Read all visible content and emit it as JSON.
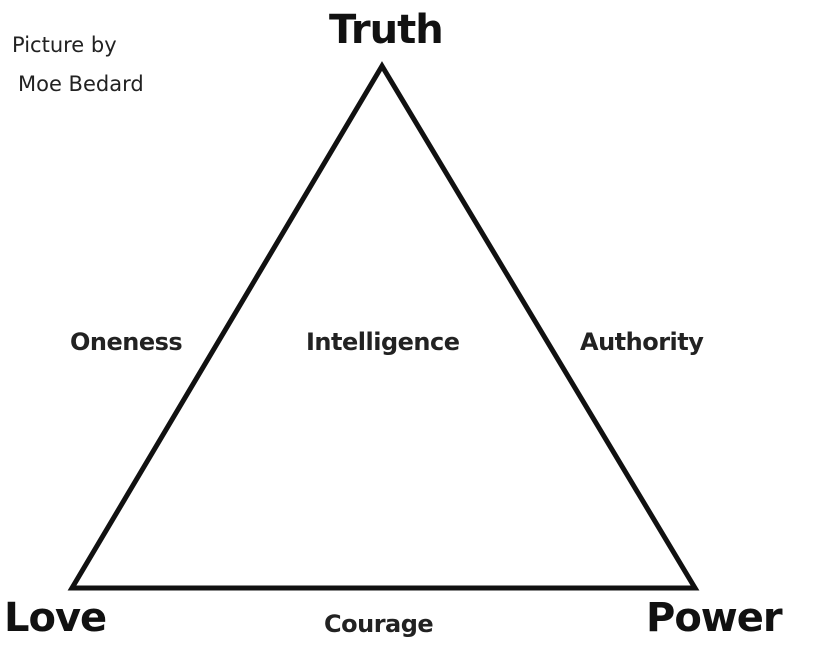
{
  "credit": {
    "line1": "Picture by",
    "line2": "Moe Bedard"
  },
  "vertices": {
    "top": "Truth",
    "bottom_left": "Love",
    "bottom_right": "Power"
  },
  "edges": {
    "left": "Oneness",
    "center": "Intelligence",
    "right": "Authority",
    "bottom": "Courage"
  },
  "colors": {
    "line": "#111111",
    "background": "#ffffff"
  }
}
